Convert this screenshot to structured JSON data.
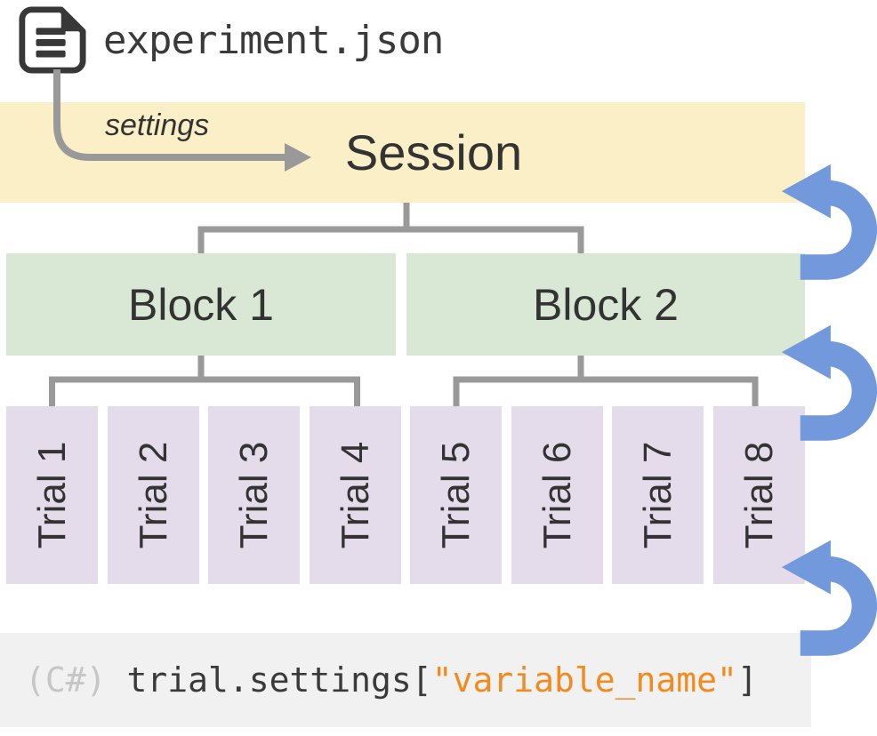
{
  "file": {
    "name": "experiment.json"
  },
  "settings_arrow": {
    "label": "settings"
  },
  "hierarchy": {
    "session_label": "Session",
    "blocks": [
      {
        "label": "Block 1"
      },
      {
        "label": "Block 2"
      }
    ],
    "trials": [
      "Trial 1",
      "Trial 2",
      "Trial 3",
      "Trial 4",
      "Trial 5",
      "Trial 6",
      "Trial 7",
      "Trial 8"
    ]
  },
  "code_bar": {
    "lang_tag": "(C#)",
    "prefix": "trial.settings[",
    "string_literal": "\"variable_name\"",
    "suffix": "]"
  },
  "loop_arrows": {
    "count": 3,
    "icon": "loop-back-arrow-icon"
  },
  "colors": {
    "session_band": "#FAEFC6",
    "block_box": "#D9E8D4",
    "trial_box": "#E4DBEB",
    "loop_arrow": "#7199DC",
    "connector": "#999999",
    "code_background": "#F1F1F1",
    "code_string": "#F28A1E",
    "code_lang_tag": "#C6C6C6",
    "text": "#333333"
  }
}
